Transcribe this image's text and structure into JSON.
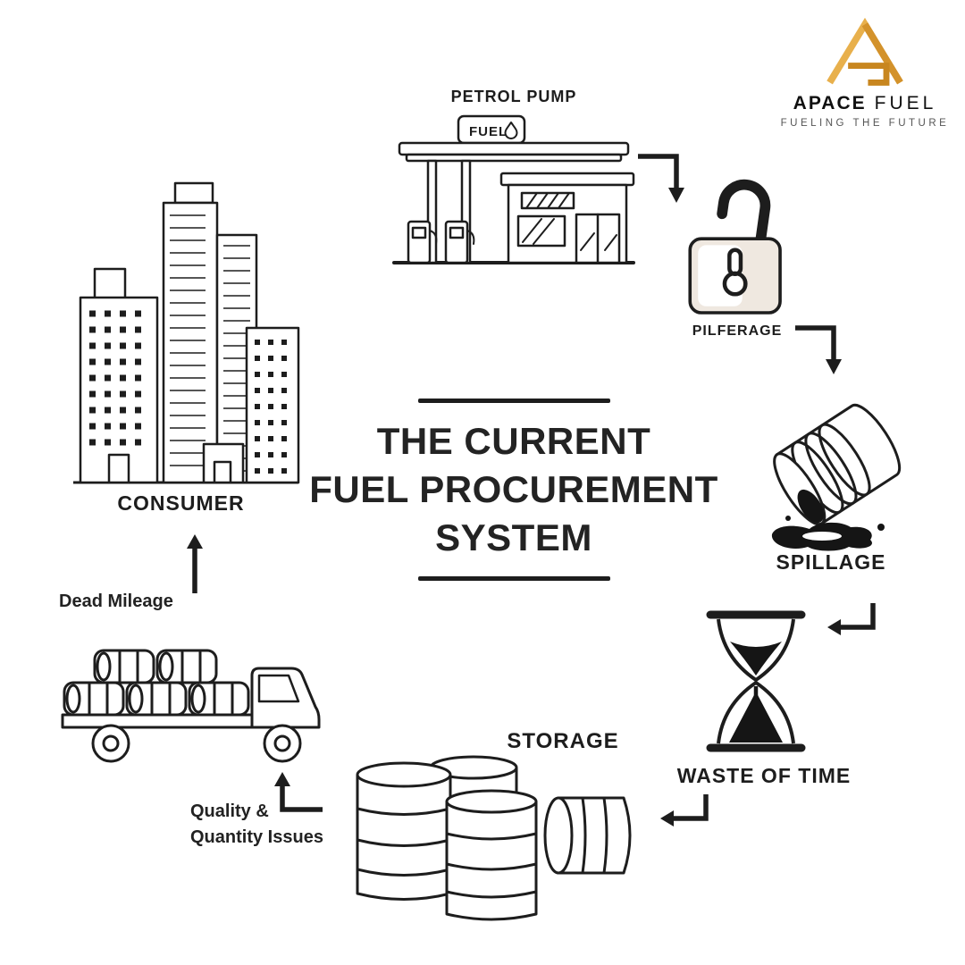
{
  "brand": {
    "name_primary": "APACE",
    "name_secondary": "FUEL",
    "tagline": "FUELING THE FUTURE"
  },
  "title": {
    "line1": "THE CURRENT",
    "line2": "FUEL PROCUREMENT",
    "line3": "SYSTEM"
  },
  "nodes": {
    "petrol_pump": {
      "label": "PETROL PUMP",
      "sign_text": "FUEL"
    },
    "pilferage": {
      "label": "PILFERAGE"
    },
    "spillage": {
      "label": "SPILLAGE"
    },
    "waste_of_time": {
      "label": "WASTE OF TIME"
    },
    "storage": {
      "label": "STORAGE"
    },
    "quality_issues": {
      "line1": "Quality &",
      "line2": "Quantity Issues"
    },
    "dead_mileage": {
      "label": "Dead Mileage"
    },
    "consumer": {
      "label": "CONSUMER"
    }
  },
  "icons": {
    "consumer": "city-buildings-icon",
    "petrol_pump": "petrol-station-icon",
    "pilferage": "open-padlock-icon",
    "spillage": "spilled-barrel-icon",
    "waste_of_time": "hourglass-icon",
    "storage": "fuel-drums-icon",
    "dead_mileage": "barrel-truck-icon",
    "brand": "apace-triangle-logo"
  },
  "colors": {
    "ink": "#1d1d1d",
    "background": "#ffffff",
    "logo_gold": "#D3922B",
    "logo_gold_light": "#E8B04C",
    "logo_gold_dark": "#C8861F",
    "padlock_fill": "#efe8e0",
    "oil": "#151515"
  }
}
